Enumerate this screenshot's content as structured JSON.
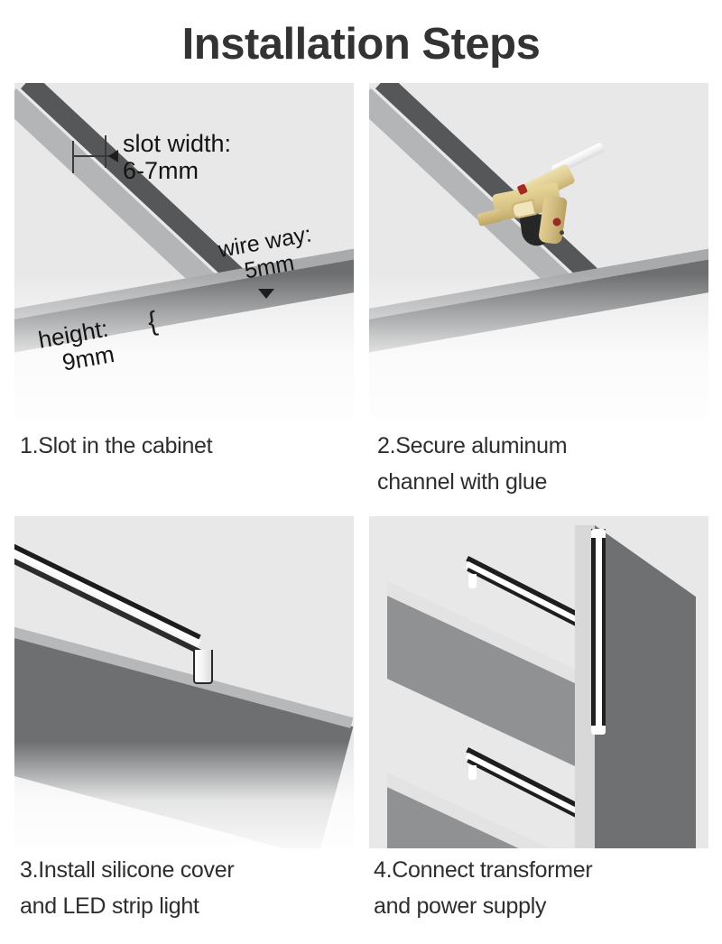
{
  "page": {
    "title": "Installation Steps",
    "background_color": "#ffffff",
    "title_color": "#333333"
  },
  "steps": [
    {
      "number": "1",
      "caption": "1.Slot in the cabinet",
      "illustration": "cabinet-corner-with-slot-dimensions",
      "annotations": [
        {
          "name": "slot-width",
          "label": "slot width:",
          "value": "6-7mm",
          "marker": "left-arrow"
        },
        {
          "name": "wire-way",
          "label": "wire way:",
          "value": "5mm",
          "marker": "down-arrow"
        },
        {
          "name": "height",
          "label": "height:",
          "value": "9mm",
          "marker": "brace"
        }
      ]
    },
    {
      "number": "2",
      "caption": "2.Secure aluminum channel with glue",
      "caption_lines": [
        "2.Secure aluminum",
        "channel with glue"
      ],
      "illustration": "glue-gun-applying-glue-into-slot"
    },
    {
      "number": "3",
      "caption": "3.Install silicone cover and LED strip light",
      "caption_lines": [
        "3.Install silicone cover",
        "and LED strip light"
      ],
      "illustration": "silicone-diffuser-cover-in-channel"
    },
    {
      "number": "4",
      "caption": "4.Connect transformer and power supply",
      "caption_lines": [
        "4.Connect transformer",
        "and power supply"
      ],
      "illustration": "shelves-with-led-channels-and-vertical-board"
    }
  ],
  "colors": {
    "panel_background": "#e8e8e8",
    "board_dark": "#555759",
    "board_mid": "#6d6f71",
    "board_light": "#b4b5b6",
    "glue_gun_body": "#d8c285",
    "glue_gun_accent": "#a32a22",
    "led_white": "#ffffff",
    "caption_text": "#2e2e2e"
  }
}
